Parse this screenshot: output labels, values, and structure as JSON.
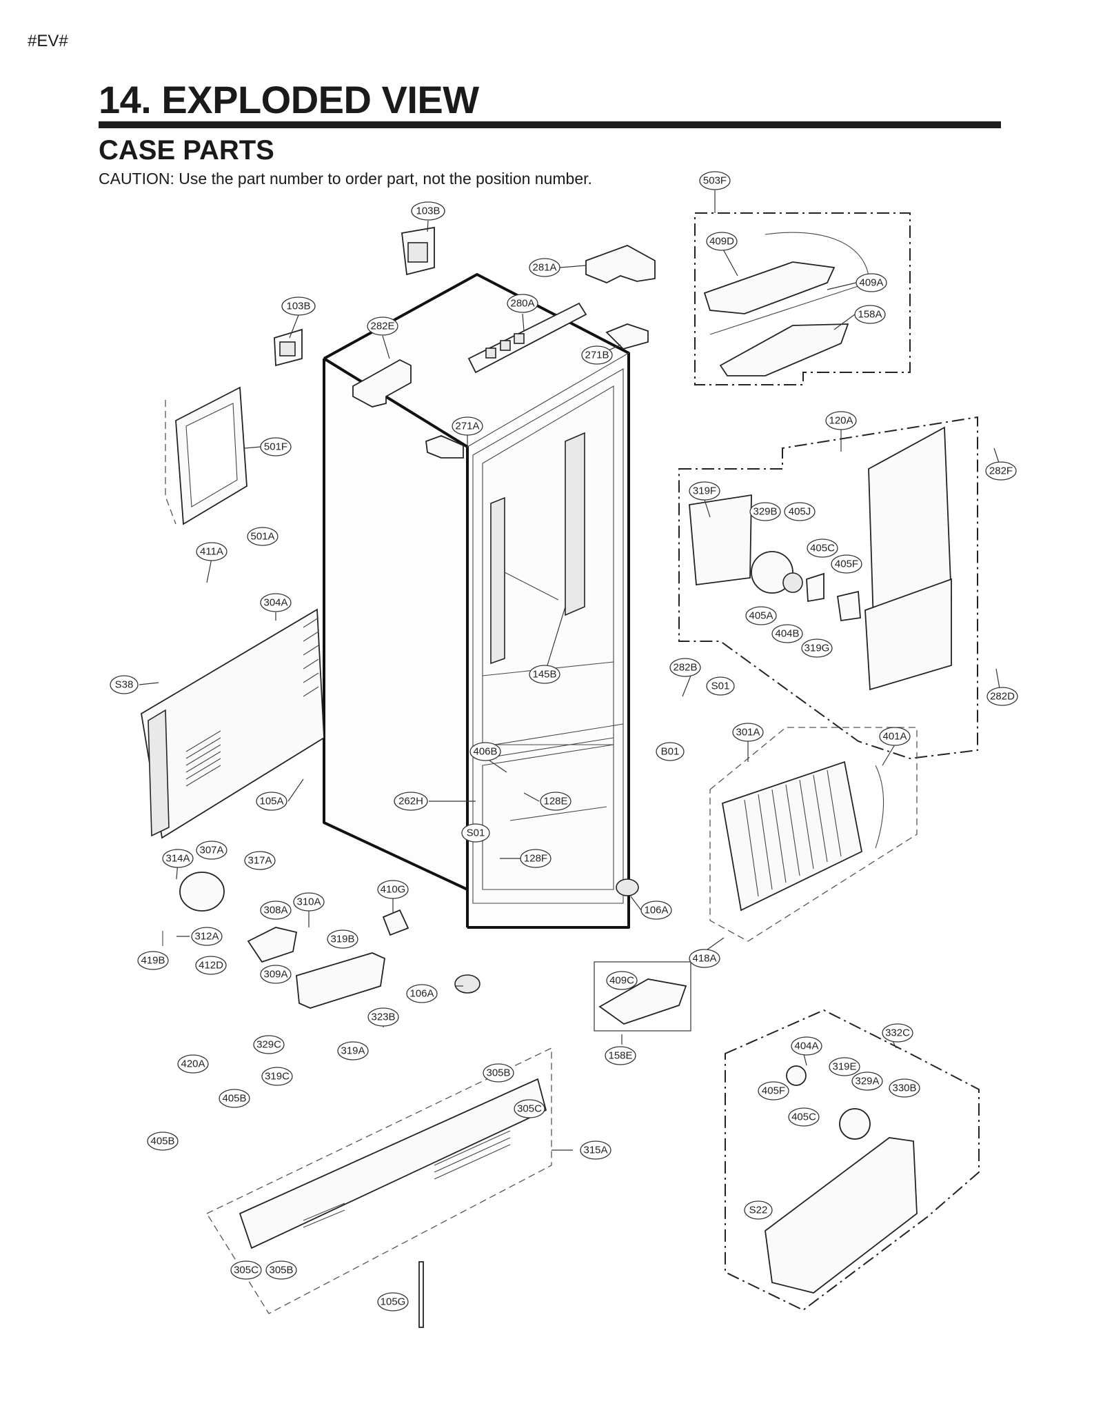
{
  "header": {
    "ev_tag": "#EV#",
    "title": "14. EXPLODED VIEW",
    "subtitle": "CASE PARTS",
    "caution": "CAUTION: Use the part number to order part, not the position number."
  },
  "callouts": [
    "503F",
    "409D",
    "409A",
    "158A",
    "103B",
    "281A",
    "280A",
    "103B",
    "282E",
    "271B",
    "271A",
    "501F",
    "120A",
    "282F",
    "319F",
    "329B",
    "405J",
    "405C",
    "405F",
    "405A",
    "404B",
    "319G",
    "501A",
    "411A",
    "304A",
    "145B",
    "282B",
    "S01",
    "282D",
    "S38",
    "301A",
    "401A",
    "B01",
    "406B",
    "262H",
    "128E",
    "105A",
    "S01",
    "128F",
    "314A",
    "307A",
    "317A",
    "410G",
    "106A",
    "310A",
    "308A",
    "319B",
    "418A",
    "419B",
    "312A",
    "412D",
    "309A",
    "409C",
    "106A",
    "323B",
    "158E",
    "329C",
    "319A",
    "332C",
    "420A",
    "404A",
    "305B",
    "319E",
    "319C",
    "405B",
    "329A",
    "405F",
    "330B",
    "305C",
    "405C",
    "315A",
    "405B",
    "S22",
    "305C",
    "305B",
    "105G"
  ]
}
